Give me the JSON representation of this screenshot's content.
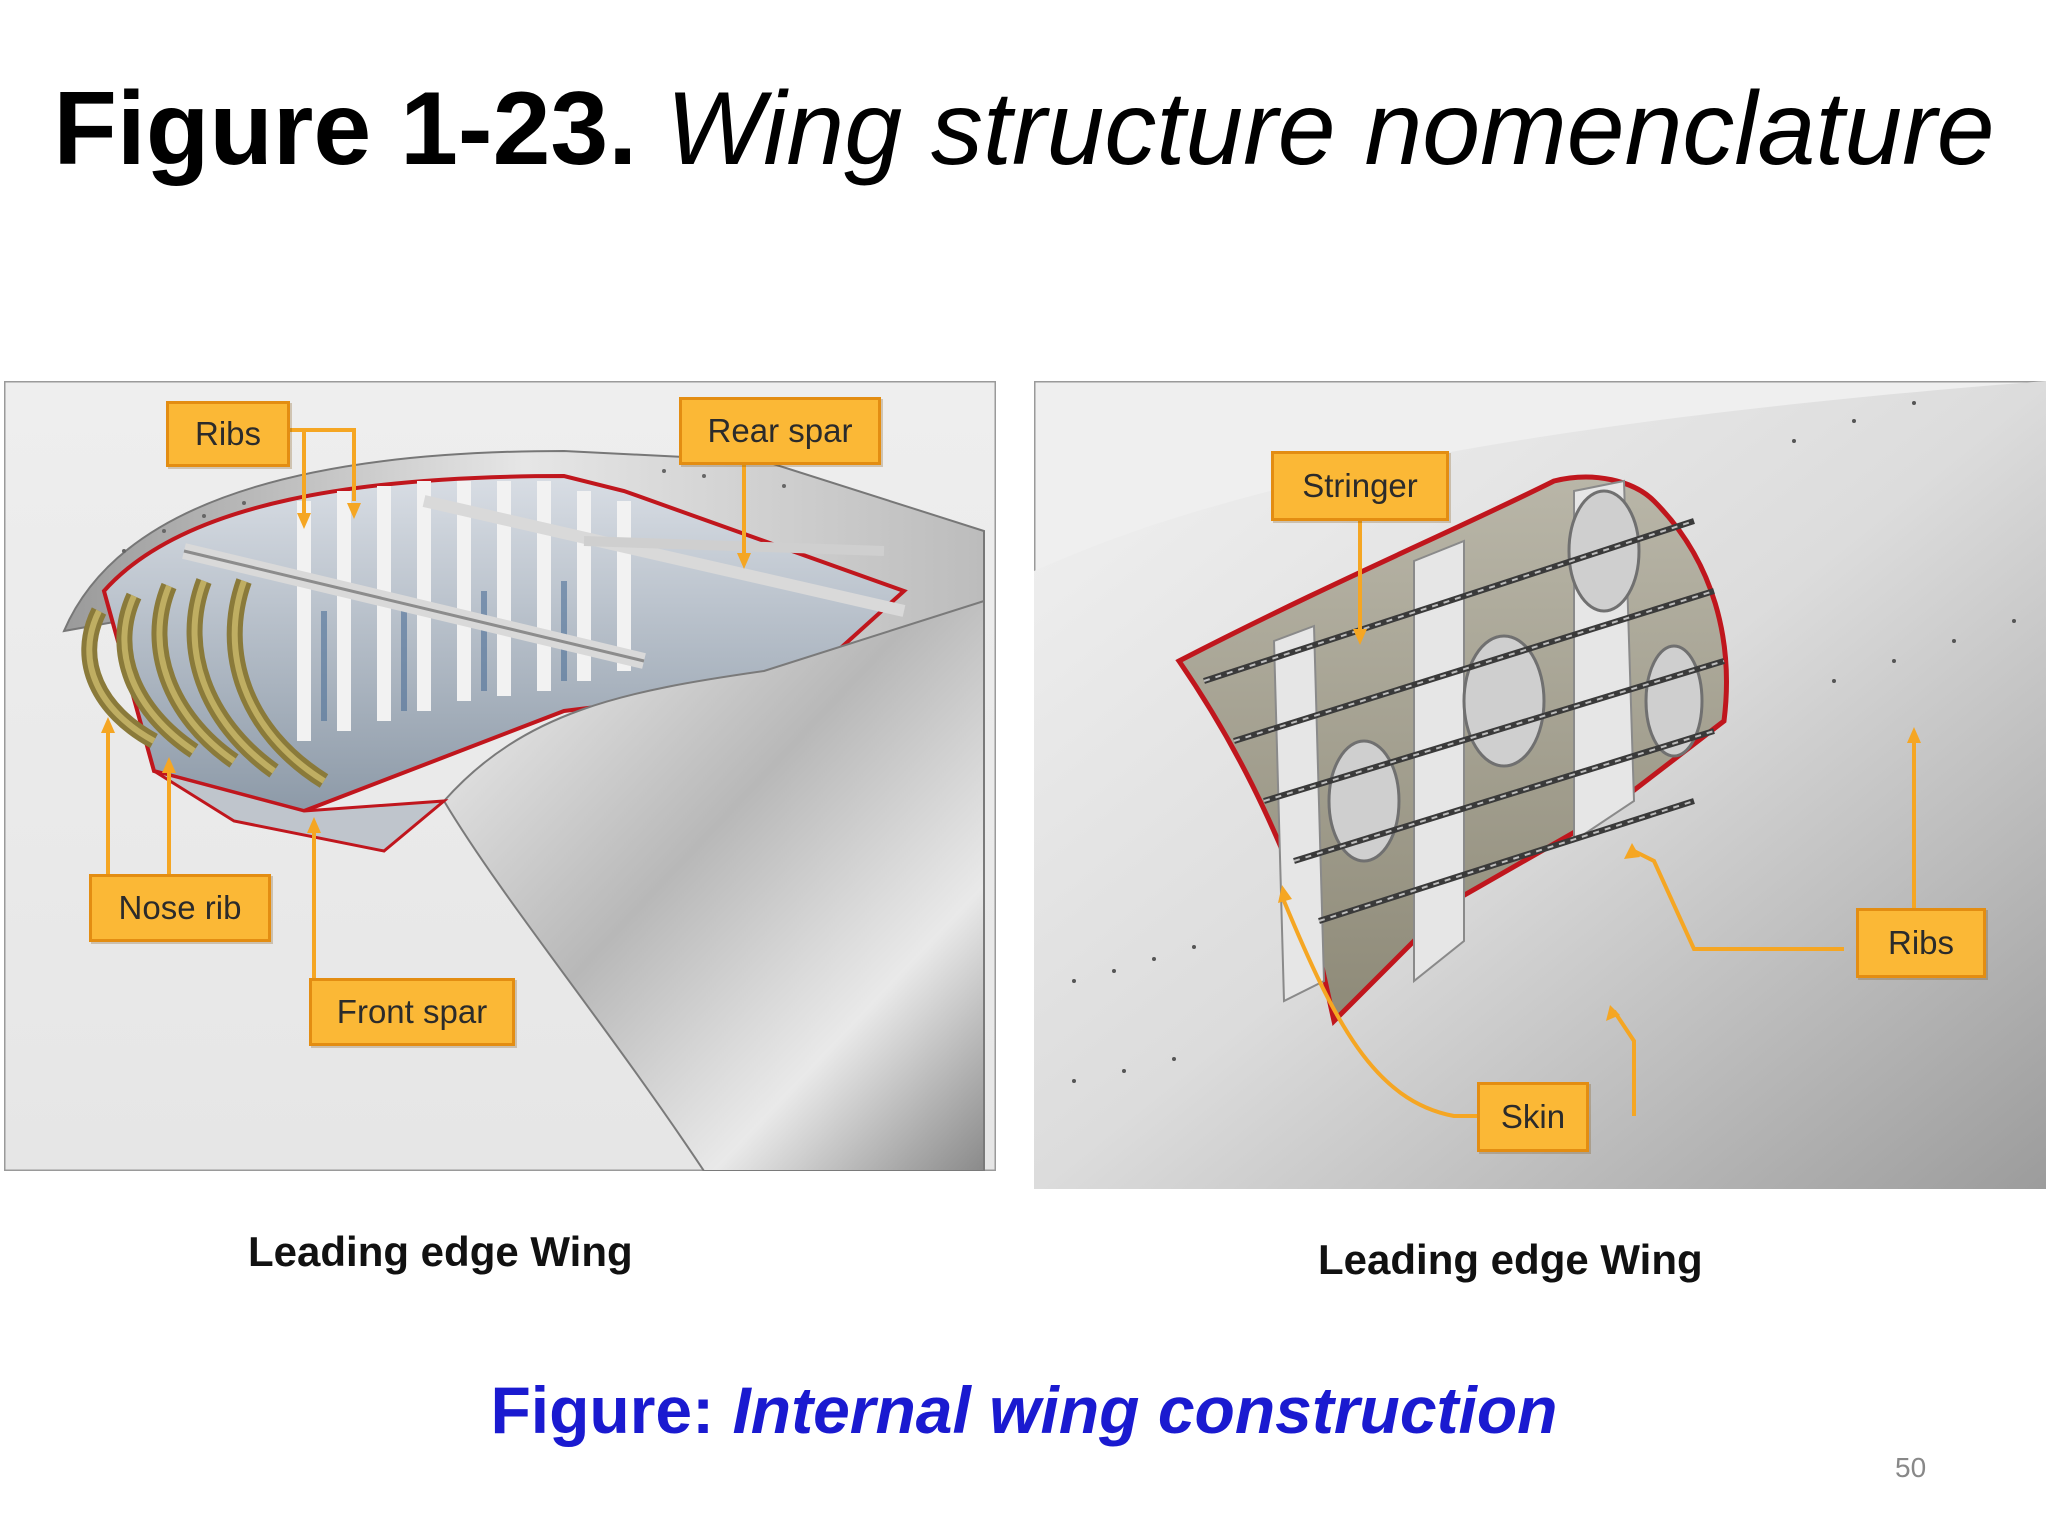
{
  "title": {
    "number": "Figure 1-23.",
    "text": "Wing structure nomenclature"
  },
  "left_panel": {
    "caption": "Leading edge Wing",
    "labels": {
      "ribs": "Ribs",
      "rear_spar": "Rear spar",
      "nose_rib": "Nose rib",
      "front_spar": "Front spar"
    }
  },
  "right_panel": {
    "caption": "Leading edge Wing",
    "labels": {
      "stringer": "Stringer",
      "ribs": "Ribs",
      "skin": "Skin"
    }
  },
  "figure_caption": {
    "prefix": "Figure:",
    "text": "Internal wing construction"
  },
  "page_number": "50",
  "colors": {
    "label_fill": "#fbb836",
    "label_border": "#e38d12",
    "arrow": "#f5a623",
    "caption_blue": "#1a1ad0",
    "cutout_edge": "#c0161d"
  }
}
